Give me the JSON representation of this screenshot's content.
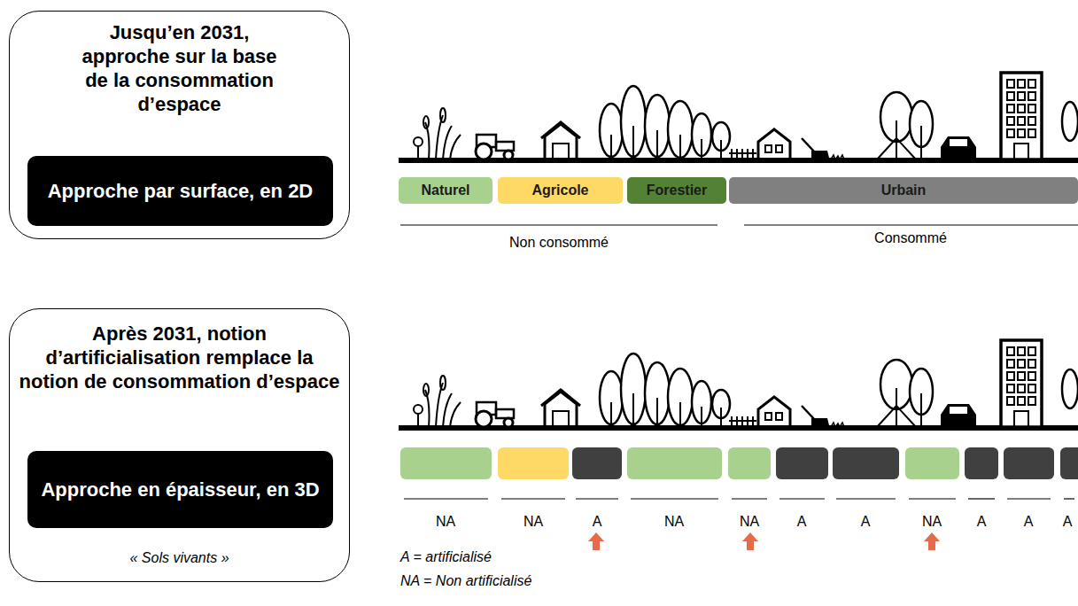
{
  "diagram": {
    "nodes": [
      {
        "text": [
          "Jusqu’en 2031, approche sur la base de la consommation d’espace"
        ]
      },
      {
        "text": [
          "Approche par surface, en 2D"
        ],
        "in": 0
      },
      {
        "text": [
          "Naturel"
        ]
      },
      {
        "text": [
          "Agricole"
        ]
      },
      {
        "text": [
          "Forestier"
        ]
      },
      {
        "text": [
          "Urbain"
        ]
      },
      {
        "text": [
          "Après 2031, notion d’artificialisation remplace la notion de consommation d’espace",
          "« Sols vivants »"
        ]
      },
      {
        "text": [
          "Approche en épaisseur, en 3D"
        ],
        "in": 6
      }
    ],
    "edges": [],
    "labels": [
      "Non consommé",
      "Consommé",
      "NA",
      "NA",
      "A",
      "NA",
      "NA",
      "A",
      "A",
      "NA",
      "A",
      "A",
      "A",
      "A = artificialisé",
      "NA = Non artificialisé"
    ]
  }
}
